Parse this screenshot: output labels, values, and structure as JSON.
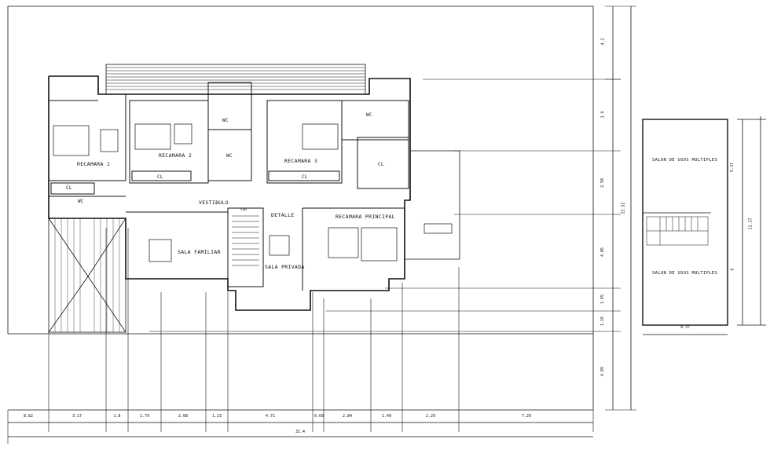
{
  "rooms": {
    "recamara1": "RECAMARA 1",
    "recamara2": "RECAMARA 2",
    "recamara3": "RECAMARA 3",
    "recamara_principal": "RECAMARA PRINCIPAL",
    "vestibulo": "VESTIBULO",
    "sala_familiar": "SALA FAMILIAR",
    "sala_privada": "SALA PRIVADA",
    "detalle": "DETALLE",
    "wc1": "WC",
    "wc2": "WC",
    "wc3": "WC",
    "wc4": "WC",
    "cl1": "CL",
    "cl2": "CL",
    "cl3": "CL",
    "cl4": "CL",
    "salon_top": "SALON DE USOS MULTIPLES",
    "salon_bottom": "SALON DE USOS MULTIPLES",
    "stair_tag": "SUB"
  },
  "bottom_dims": [
    "8.82",
    "3.17",
    "1.8",
    "1.79",
    "2.68",
    "1.23",
    "4.71",
    "0.69",
    "2.84",
    "1.49",
    "2.29",
    "7.29"
  ],
  "total_width": "32.4",
  "right_dims": [
    "4.2",
    "3.9",
    "2.50",
    "4.06",
    "1.65",
    "1.16",
    "4.89"
  ],
  "right_total": "22.52",
  "salon_dims": {
    "top": "5.37",
    "bottom": "6",
    "total": "11.37",
    "width": "4.37"
  }
}
